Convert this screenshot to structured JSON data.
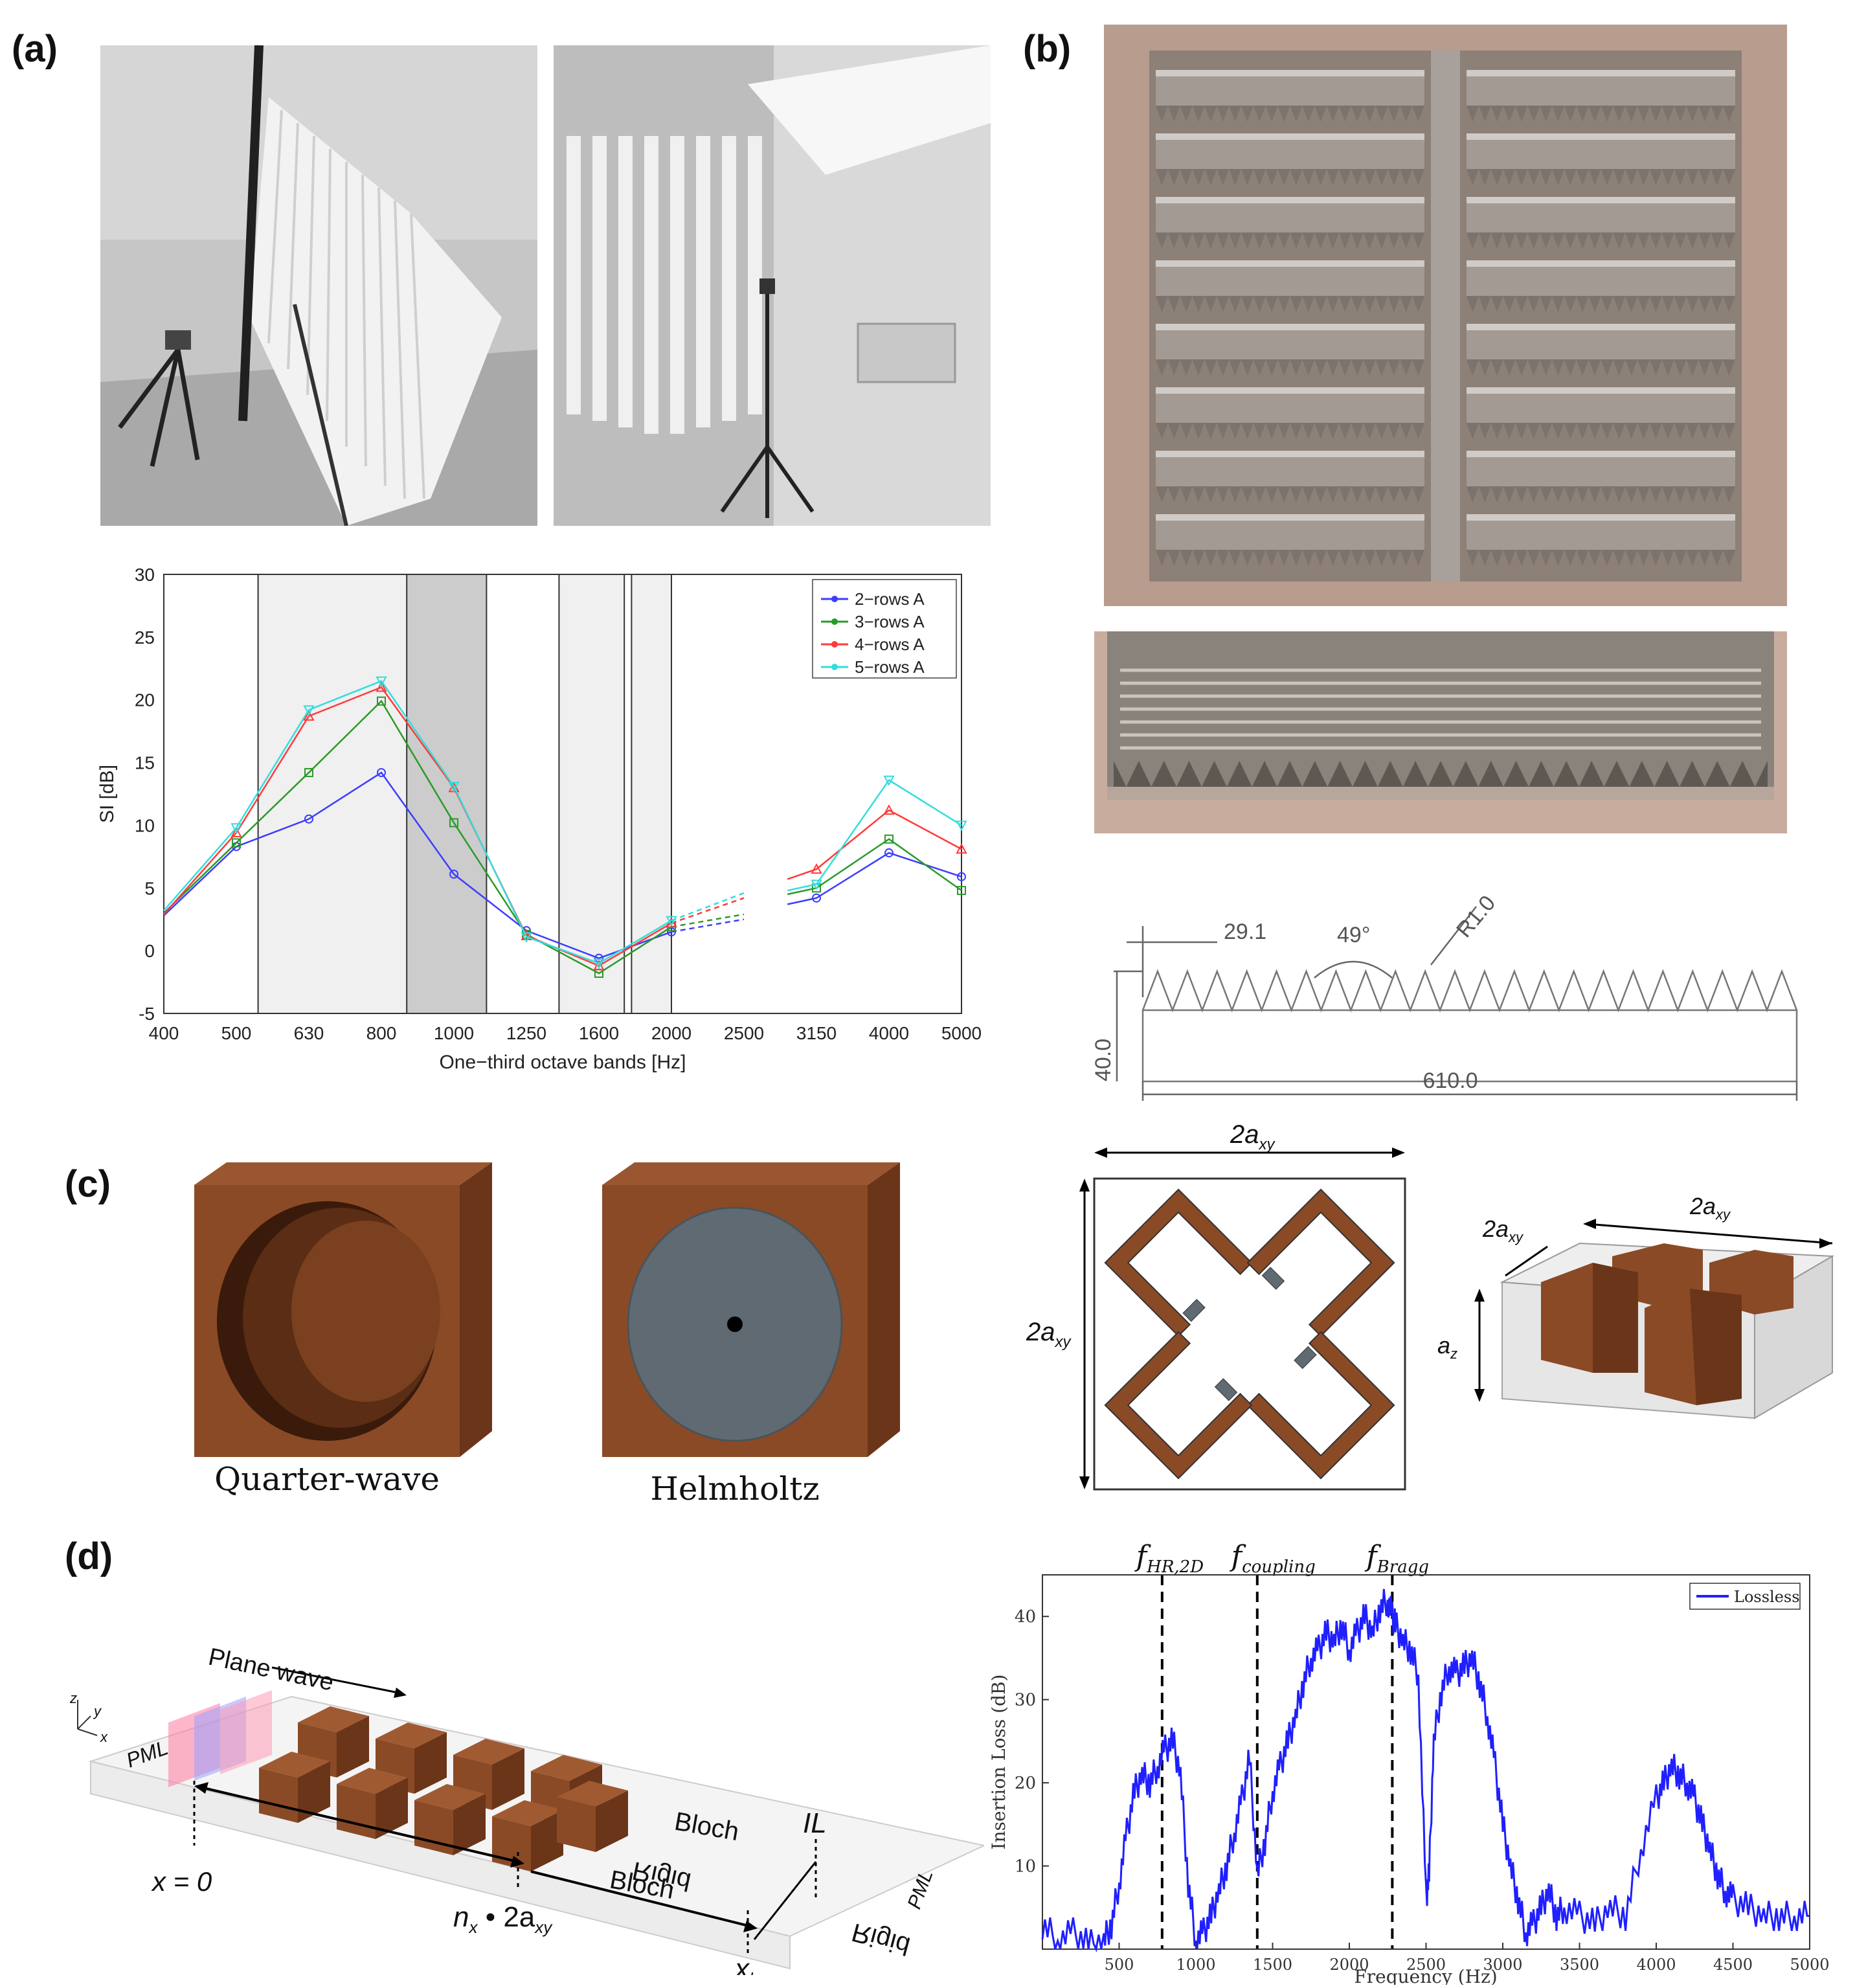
{
  "labels": {
    "a": "(a)",
    "b": "(b)",
    "c": "(c)",
    "d": "(d)"
  },
  "colors": {
    "wood": "#8a4a26",
    "wood_dark": "#6b3519",
    "grey_insert": "#5f6a73",
    "photo_grey": "#b8b8b8",
    "louver": "#9c928c",
    "blue": "#1f1fff"
  },
  "chart_a": {
    "type": "line",
    "title": "",
    "xlabel": "One−third octave bands [Hz]",
    "ylabel": "SI [dB]",
    "categories": [
      "400",
      "500",
      "630",
      "800",
      "1000",
      "1250",
      "1600",
      "2000",
      "2500",
      "3150",
      "4000",
      "5000"
    ],
    "ylim": [
      -5,
      30
    ],
    "yticks": [
      "-5",
      "0",
      "5",
      "10",
      "15",
      "20",
      "25",
      "30"
    ],
    "legend_position": "top-right",
    "series": [
      {
        "name": "2−rows A",
        "color": "#3d3dff",
        "values": [
          2.8,
          8.3,
          10.5,
          14.2,
          6.1,
          1.6,
          -0.6,
          1.5,
          2.5,
          4.2,
          7.8,
          5.9
        ]
      },
      {
        "name": "3−rows A",
        "color": "#2a9a2a",
        "values": [
          3.0,
          8.6,
          14.2,
          19.9,
          10.2,
          1.3,
          -1.8,
          1.9,
          2.9,
          5.0,
          8.9,
          4.8
        ]
      },
      {
        "name": "4−rows A",
        "color": "#ff3a3a",
        "values": [
          2.9,
          9.4,
          18.7,
          21.0,
          13.0,
          1.2,
          -1.2,
          2.2,
          4.2,
          6.5,
          11.2,
          8.1
        ]
      },
      {
        "name": "5−rows A",
        "color": "#33dddd",
        "values": [
          3.2,
          9.8,
          19.2,
          21.5,
          13.1,
          1.1,
          -1.0,
          2.4,
          4.6,
          5.3,
          13.6,
          10.0
        ]
      }
    ],
    "shaded_bands": [
      [
        1.3,
        3.35,
        "#f0f0f0"
      ],
      [
        3.35,
        4.45,
        "#cccccc"
      ],
      [
        5.45,
        6.35,
        "#f0f0f0"
      ],
      [
        6.45,
        7.0,
        "#f0f0f0"
      ]
    ],
    "vlines": [
      1.3,
      3.35,
      4.45,
      5.45,
      6.35,
      6.45,
      7.0
    ]
  },
  "drawing_b": {
    "dim_tooth": "29.1",
    "dim_angle": "49°",
    "dim_radius": "R1.0",
    "dim_height": "40.0",
    "dim_length": "610.0"
  },
  "panel_c": {
    "caption_quarter": "Quarter-wave",
    "caption_helmholtz": "Helmholtz",
    "dim_top": "2a",
    "dim_top_sub": "xy",
    "dim_left": "2a",
    "dim_left_sub": "xy",
    "dim_iso_a": "2a",
    "dim_iso_a_sub": "xy",
    "dim_iso_b": "2a",
    "dim_iso_b_sub": "xy",
    "dim_iso_z": "a",
    "dim_iso_z_sub": "z"
  },
  "panel_d": {
    "plane_wave": "Plane wave",
    "pml_left": "PML",
    "pml_right": "PML",
    "x0": "x = 0",
    "bloch_top": "Bloch",
    "bloch_bottom": "Bloch",
    "rigid_top": "Rigid",
    "rigid_bottom": "Rigid",
    "il": "IL",
    "nx": "n",
    "nx_sub": "x",
    "nx_rest": " • 2a",
    "nx_rest_sub": "xy",
    "xl": "x",
    "xl_sub": "l",
    "axes_z": "z",
    "axes_y": "y",
    "axes_x": "x"
  },
  "chart_d": {
    "type": "line",
    "title": "",
    "xlabel": "Frequency (Hz)",
    "ylabel": "Insertion Loss (dB)",
    "xlim": [
      0,
      5000
    ],
    "ylim": [
      0,
      45
    ],
    "xticks": [
      "500",
      "1000",
      "1500",
      "2000",
      "2500",
      "3000",
      "3500",
      "4000",
      "4500",
      "5000"
    ],
    "yticks": [
      "10",
      "20",
      "30",
      "40"
    ],
    "legend_position": "top-right",
    "series": [
      {
        "name": "Lossless",
        "color": "#1f1fff",
        "x": [
          0,
          100,
          200,
          300,
          400,
          450,
          500,
          550,
          600,
          650,
          700,
          750,
          800,
          850,
          900,
          950,
          1000,
          1050,
          1100,
          1150,
          1200,
          1250,
          1300,
          1350,
          1400,
          1450,
          1500,
          1550,
          1600,
          1650,
          1700,
          1750,
          1800,
          1850,
          1900,
          1950,
          2000,
          2050,
          2100,
          2150,
          2200,
          2250,
          2280,
          2300,
          2350,
          2400,
          2450,
          2500,
          2520,
          2550,
          2600,
          2650,
          2700,
          2750,
          2800,
          2850,
          2900,
          2950,
          3000,
          3050,
          3100,
          3150,
          3200,
          3250,
          3300,
          3350,
          3400,
          3500,
          3600,
          3700,
          3800,
          3900,
          4000,
          4050,
          4100,
          4150,
          4200,
          4250,
          4300,
          4350,
          4400,
          4450,
          4500,
          4600,
          4700,
          4800,
          4900,
          5000
        ],
        "y": [
          3,
          1,
          2,
          0.5,
          1,
          3,
          8,
          14,
          19,
          21,
          20,
          22,
          24,
          25,
          21,
          8,
          1,
          2,
          4,
          7,
          10,
          14,
          18,
          23,
          9,
          13,
          19,
          22,
          25,
          28,
          32,
          35,
          36,
          38,
          37,
          39,
          36,
          38,
          40,
          38,
          41,
          42,
          40,
          39,
          37,
          36,
          33,
          6,
          9,
          25,
          31,
          34,
          33,
          34,
          35,
          32,
          28,
          22,
          15,
          10,
          6,
          2,
          3,
          5,
          7,
          4,
          5,
          4,
          3,
          5,
          4,
          12,
          18,
          20,
          22,
          21,
          20,
          18,
          15,
          12,
          9,
          7,
          6,
          5,
          4,
          4,
          4,
          4
        ]
      }
    ],
    "markers": [
      {
        "x": 780,
        "label": "f",
        "sub": "HR,2D"
      },
      {
        "x": 1400,
        "label": "f",
        "sub": "coupling"
      },
      {
        "x": 2280,
        "label": "f",
        "sub": "Bragg"
      }
    ]
  }
}
